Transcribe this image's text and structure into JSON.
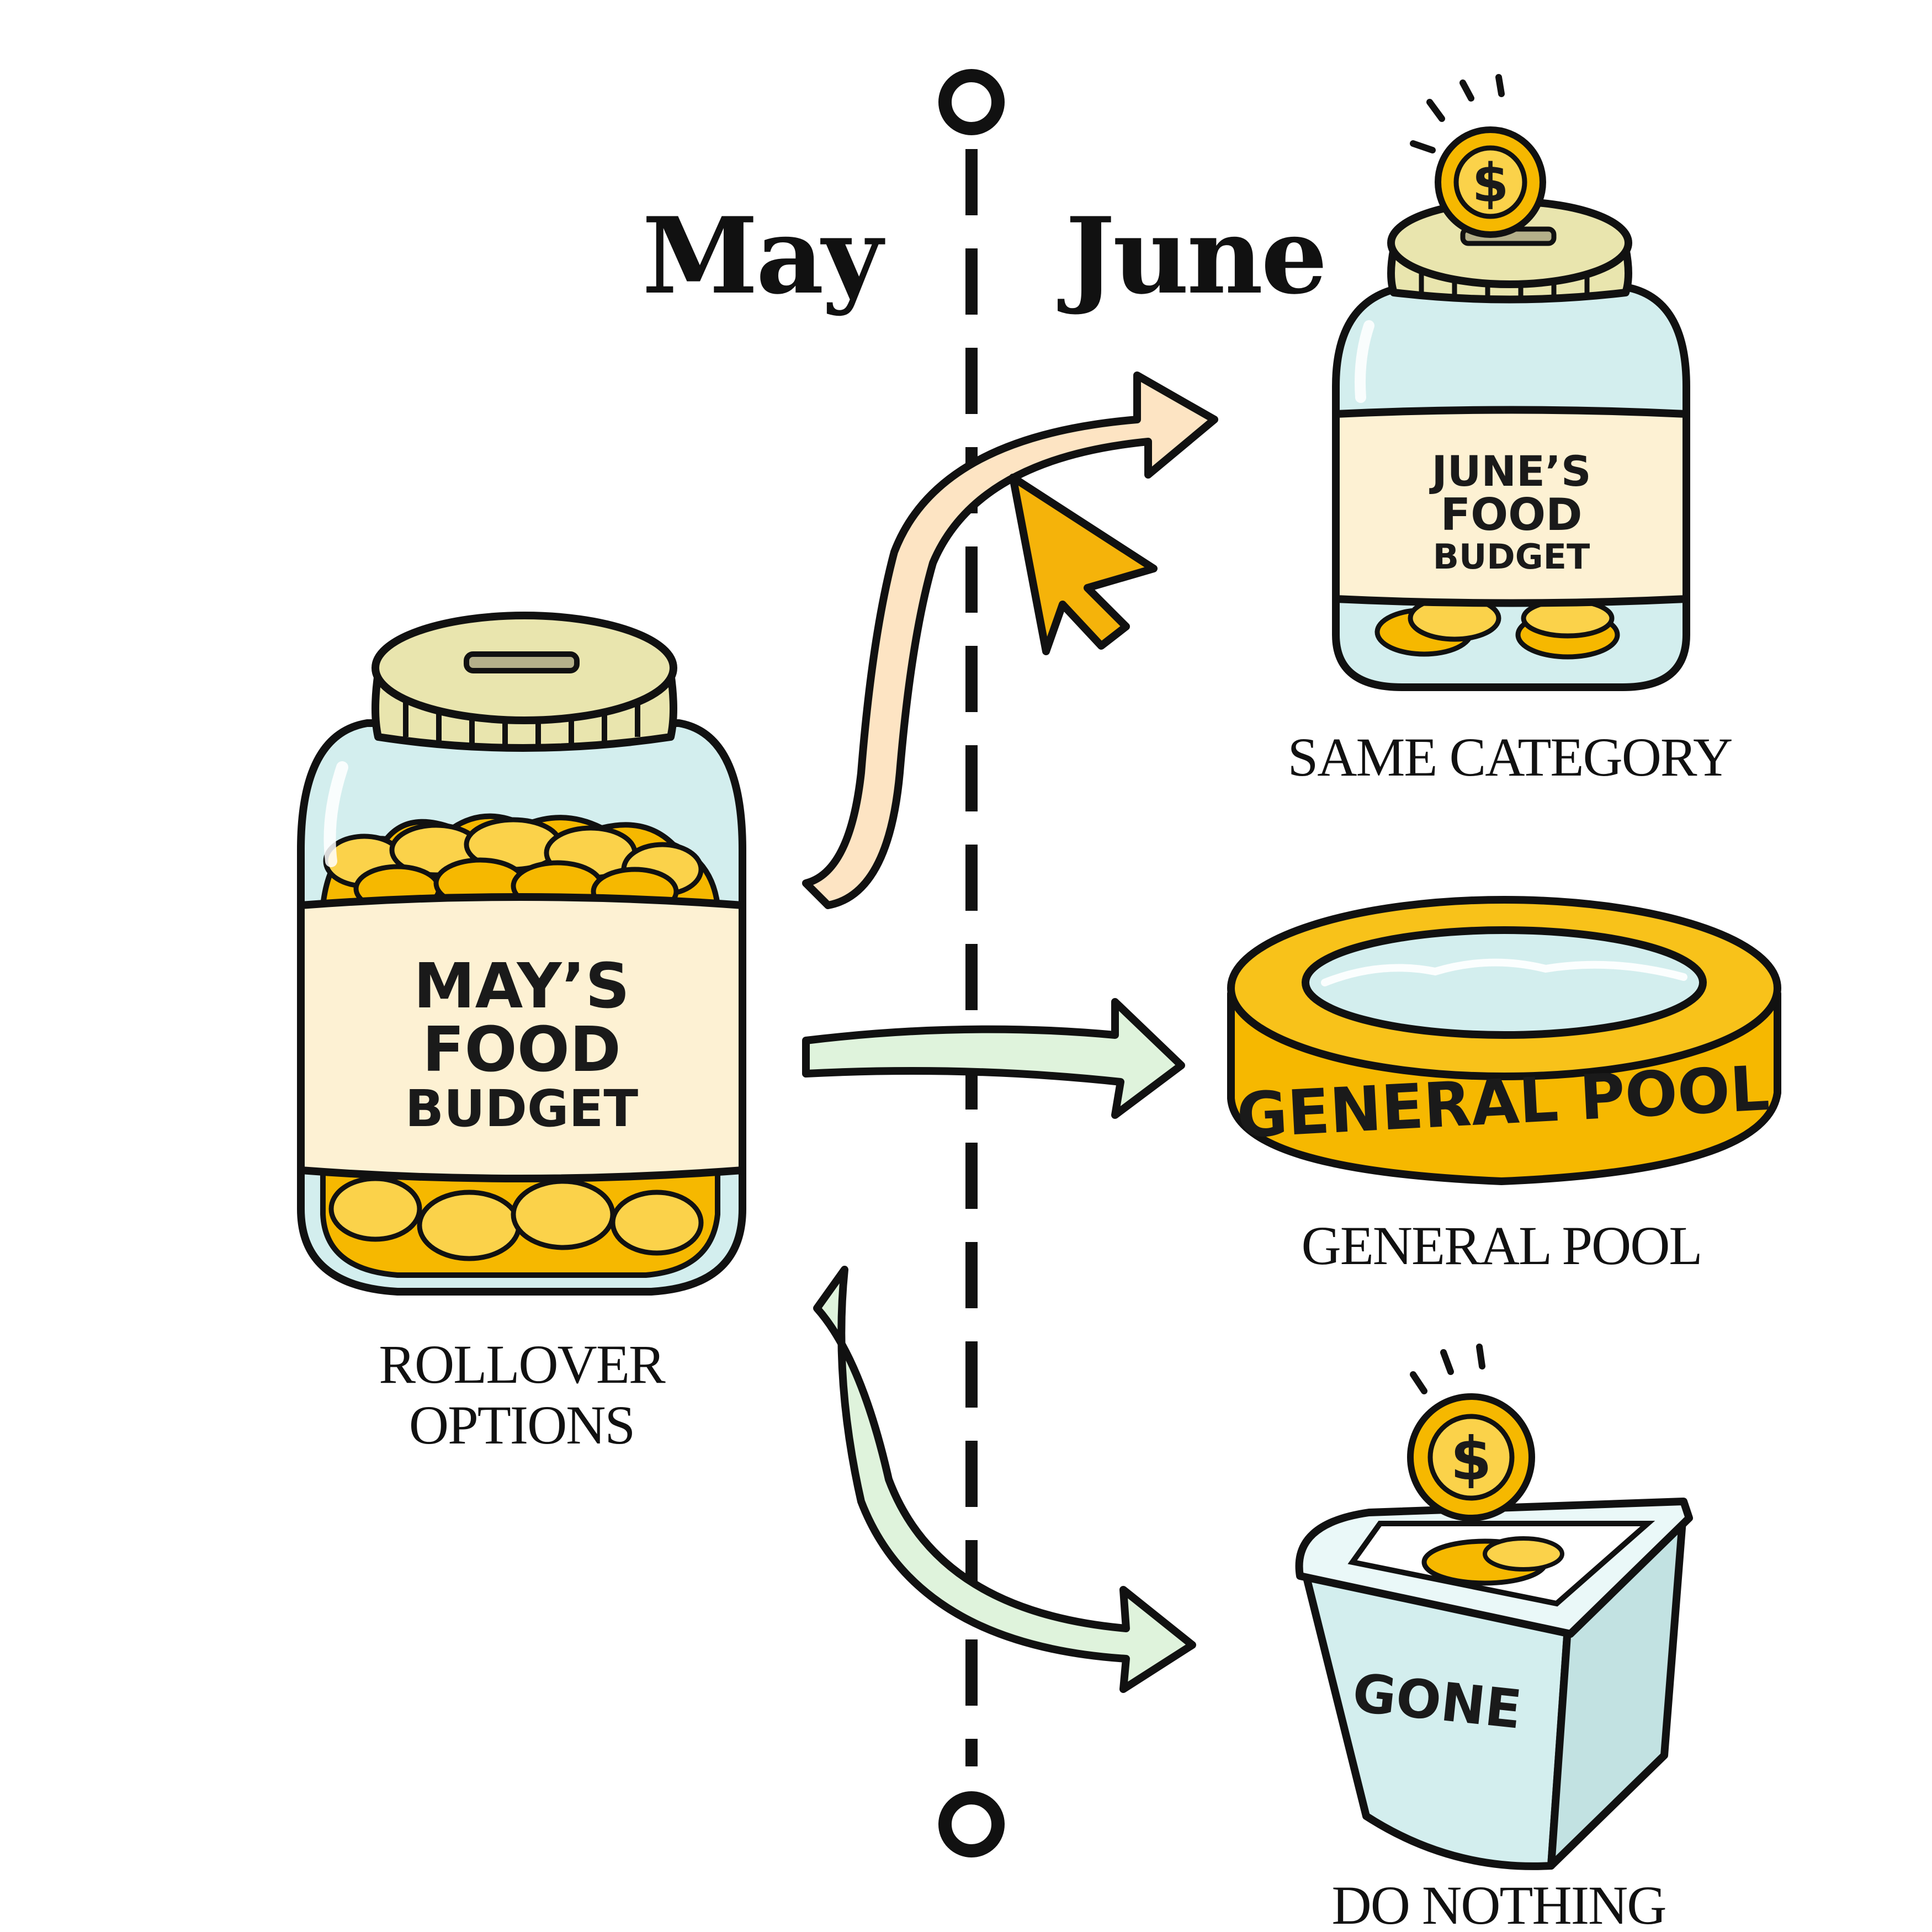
{
  "timeline": {
    "left_month": "May",
    "right_month": "June"
  },
  "source": {
    "jar_label": [
      "MAY’S",
      "FOOD",
      "BUDGET"
    ],
    "caption": [
      "ROLLOVER",
      "OPTIONS"
    ]
  },
  "options": [
    {
      "key": "same_category",
      "label": [
        "JUNE’S",
        "FOOD",
        "BUDGET"
      ],
      "caption": "SAME CATEGORY"
    },
    {
      "key": "general_pool",
      "label": "GENERAL POOL",
      "caption": "GENERAL POOL"
    },
    {
      "key": "do_nothing",
      "label": "GONE",
      "caption": "DO  NOTHING"
    }
  ],
  "coin_symbol": "$",
  "colors": {
    "ink": "#111111",
    "glass": "#d3eeee",
    "label_paper": "#fdf1d3",
    "lid": "#e9e5ae",
    "gold": "#f6b800",
    "gold_light": "#fbd24a",
    "arrow_orange": "#fde4c3",
    "arrow_green": "#dff3dc",
    "cursor": "#f5b30a"
  },
  "icons": [
    "dashed-timeline",
    "coin-jar",
    "piggy-jar",
    "pool-ring",
    "trash-bin",
    "cursor-arrow",
    "dollar-coin"
  ]
}
